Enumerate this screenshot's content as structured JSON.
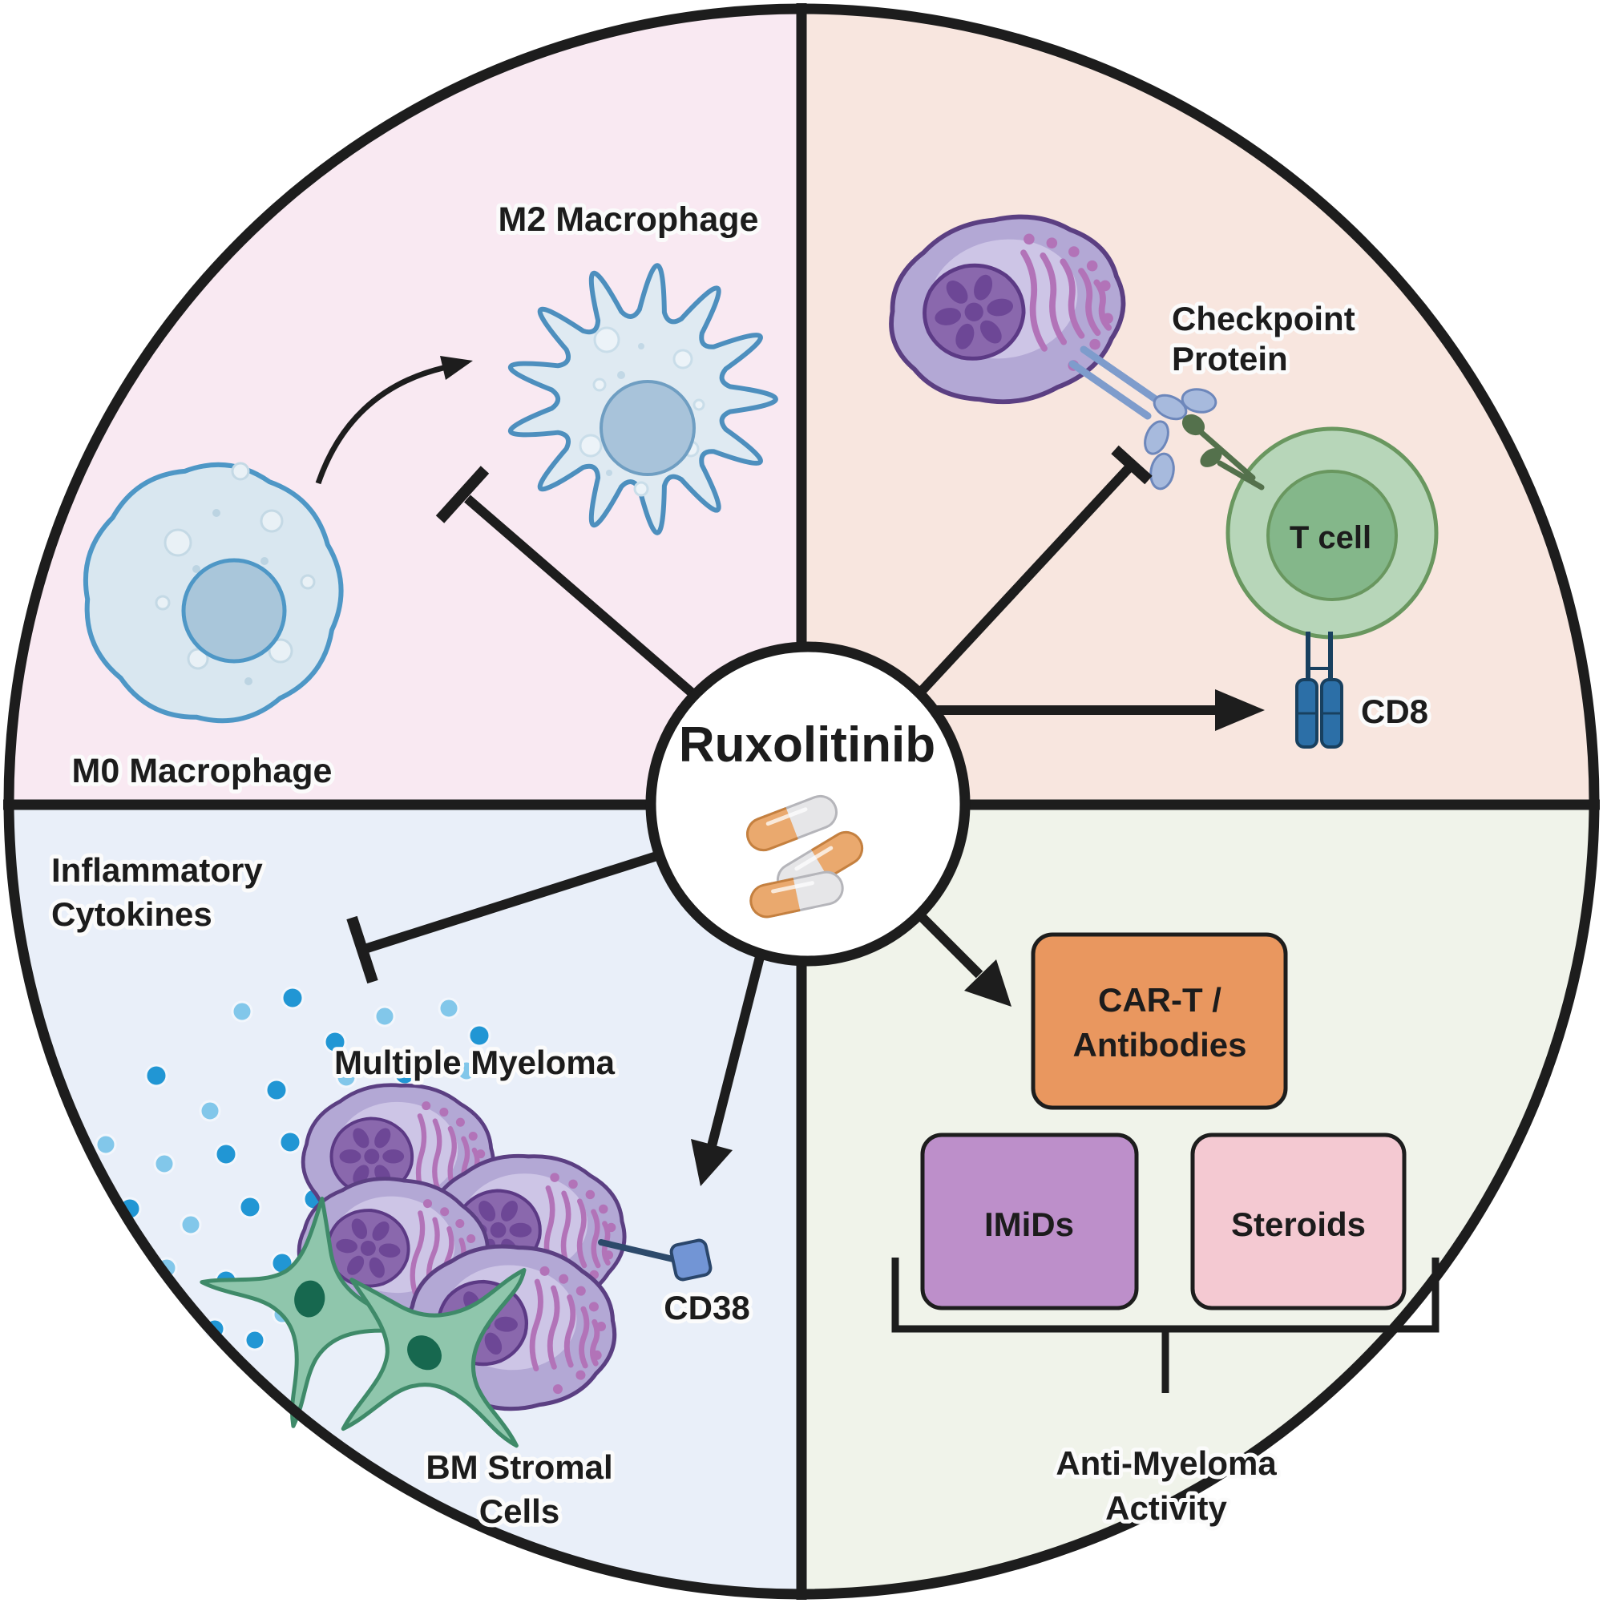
{
  "figure": {
    "type": "mechanism-diagram",
    "center": {
      "drug_name": "Ruxolitinib"
    },
    "colors": {
      "outline": "#1d1d1d",
      "quadrant_macrophage_bg": "#f9e9f2",
      "quadrant_tcell_bg": "#f8e6df",
      "quadrant_myeloma_bg": "#e9eff9",
      "quadrant_therapy_bg": "#f0f3ea",
      "pill_orange": "#eaa96e",
      "pill_gray": "#e6e6e8",
      "cart_box_fill": "#e9975f",
      "imids_box_fill": "#bd8fca",
      "steroids_box_fill": "#f4c9d2"
    },
    "quadrants": {
      "macrophage": {
        "m2_label": "M2 Macrophage",
        "m0_label": "M0 Macrophage"
      },
      "tcell": {
        "checkpoint_line1": "Checkpoint",
        "checkpoint_line2": "Protein",
        "tcell_label": "T cell",
        "cd8_label": "CD8"
      },
      "myeloma": {
        "cytokines_line1": "Inflammatory",
        "cytokines_line2": "Cytokines",
        "myeloma_label": "Multiple Myeloma",
        "cd38_label": "CD38",
        "stromal_line1": "BM Stromal",
        "stromal_line2": "Cells"
      },
      "therapy": {
        "cart_line1": "CAR-T /",
        "cart_line2": "Antibodies",
        "imids_label": "IMiDs",
        "steroids_label": "Steroids",
        "activity_line1": "Anti-Myeloma",
        "activity_line2": "Activity"
      }
    }
  }
}
